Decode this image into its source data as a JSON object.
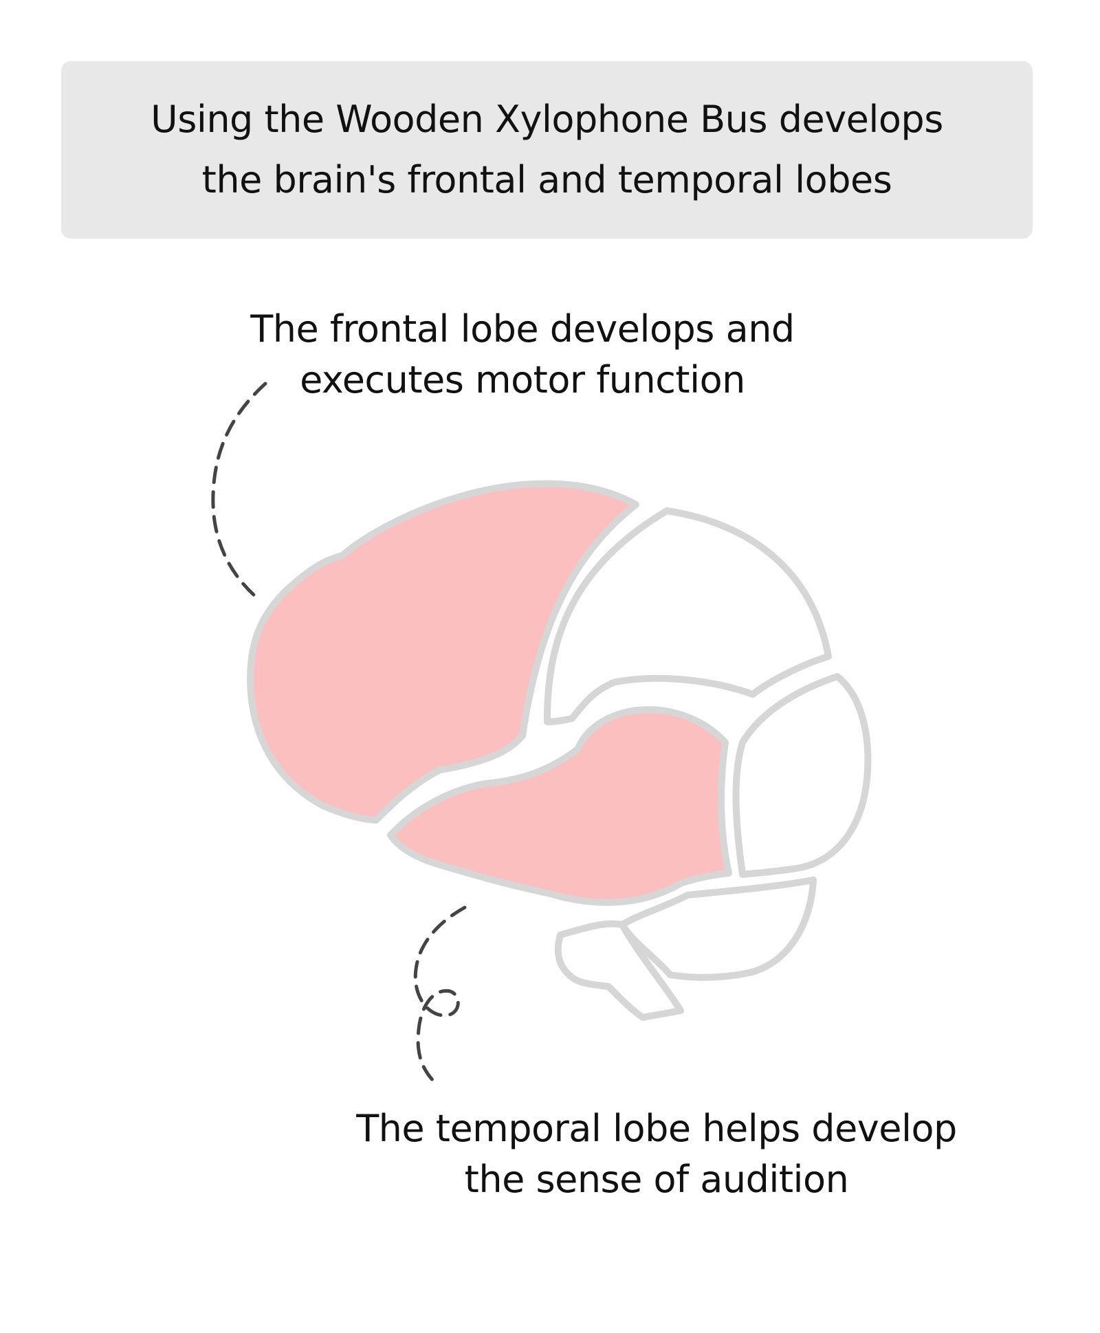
{
  "title": {
    "line1": "Using the Wooden Xylophone Bus develops",
    "line2": "the brain's frontal and temporal lobes"
  },
  "callouts": {
    "frontal": {
      "line1": "The frontal lobe develops and",
      "line2": "executes motor function"
    },
    "temporal": {
      "line1": "The temporal lobe helps develop",
      "line2": "the sense of audition"
    }
  },
  "colors": {
    "title_background": "#e8e8e8",
    "highlight_fill": "#fcbfc0",
    "outline": "#d6d6d6",
    "leader_line": "#444444"
  },
  "icons": {
    "brain": "brain-icon"
  }
}
